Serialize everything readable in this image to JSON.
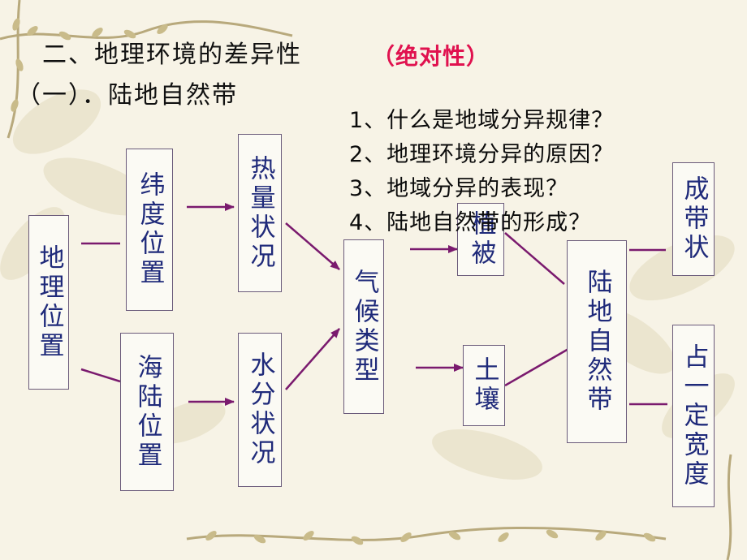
{
  "slide": {
    "title": "二、地理环境的差异性",
    "emphasis": "（绝对性）",
    "subtitle": "（一）．陆地自然带",
    "questions": [
      "1、什么是地域分异规律？",
      "2、地理环境分异的原因？",
      "3、地域分异的表现？",
      "4、陆地自然带的形成？"
    ]
  },
  "diagram": {
    "geo_position": "地理位置",
    "latitude": "纬度位置",
    "sea_land": "海陆位置",
    "heat": "热量状况",
    "water": "水分状况",
    "climate": "气候类型",
    "vegetation": "植被",
    "soil": "土壤",
    "natural_zone": "陆地自然带",
    "banded": "成带状",
    "width": "占一定宽度"
  },
  "colors": {
    "box_text": "#1f2a7a",
    "arrow": "#7a1a6e",
    "emphasis": "#e0124f",
    "box_border": "#6a5a7a"
  }
}
